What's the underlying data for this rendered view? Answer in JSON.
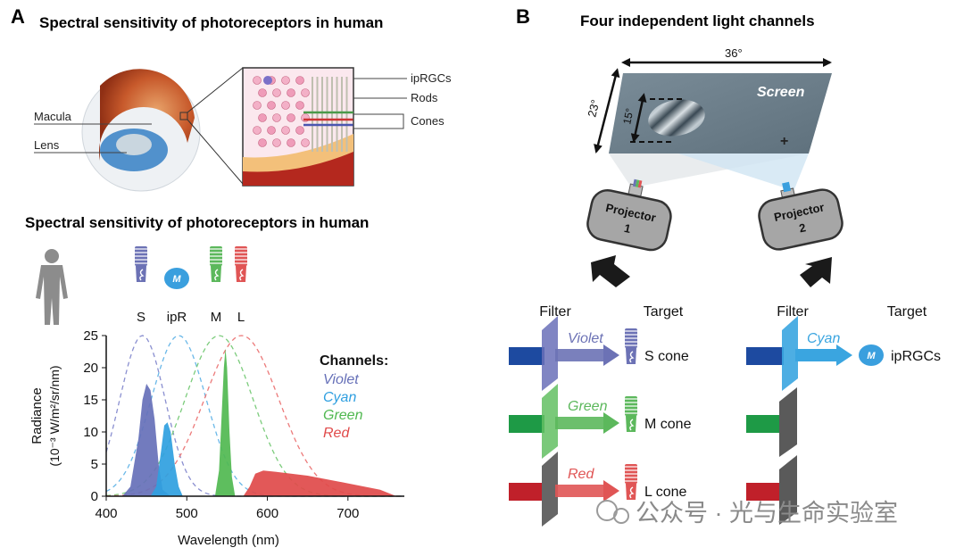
{
  "panel_a": {
    "letter": "A",
    "title": "Spectral sensitivity of  photoreceptors in human",
    "eye_labels": {
      "macula": "Macula",
      "lens": "Lens"
    },
    "retina_labels": {
      "iprgc": "ipRGCs",
      "rods": "Rods",
      "cones": "Cones"
    },
    "chart_title": "Spectral sensitivity of  photoreceptors in human",
    "photoreceptors": [
      {
        "label": "S",
        "color": "#6c72b5"
      },
      {
        "label": "ipR",
        "color": "#3a9fde",
        "badge": "M"
      },
      {
        "label": "M",
        "color": "#5cb85c"
      },
      {
        "label": "L",
        "color": "#e05555"
      }
    ]
  },
  "panel_b": {
    "letter": "B",
    "title": "Four independent light channels",
    "screen_label": "Screen",
    "width_deg": "36°",
    "height_deg": "23°",
    "stim_deg": "15°",
    "crosshair": "+",
    "projector_label": "Projector",
    "projector1_num": "1",
    "projector2_num": "2",
    "col_filter": "Filter",
    "col_target": "Target",
    "rows": [
      {
        "channel": "Violet",
        "target": "S cone",
        "color": "#6c72b5",
        "beam": "#1d4aa0"
      },
      {
        "channel": "Green",
        "target": "M cone",
        "color": "#5cb85c",
        "beam": "#1e9a46"
      },
      {
        "channel": "Red",
        "target": "L cone",
        "color": "#e05555",
        "beam": "#c0202a"
      }
    ],
    "p2_channel": "Cyan",
    "p2_target": "ipRGCs",
    "p2_badge": "M"
  },
  "watermark": "公众号 · 光与生命实验室",
  "chart_data": {
    "type": "area",
    "title": "Spectral sensitivity of  photoreceptors in human",
    "xlabel": "Wavelength (nm)",
    "ylabel": "Radiance",
    "ylabel_unit": "(10⁻³ W/m²/sr/nm)",
    "xlim": [
      400,
      770
    ],
    "ylim": [
      0,
      25
    ],
    "xticks": [
      400,
      500,
      600,
      700
    ],
    "yticks": [
      0,
      5,
      10,
      15,
      20,
      25
    ],
    "legend_title": "Channels:",
    "legend_position": "right",
    "series": [
      {
        "name": "Violet",
        "color": "#6670b8",
        "x": [
          420,
          430,
          440,
          445,
          450,
          455,
          460,
          465,
          470,
          480
        ],
        "y": [
          0,
          1.5,
          9,
          15,
          17.5,
          16.5,
          12,
          5,
          1,
          0
        ]
      },
      {
        "name": "Cyan",
        "color": "#2f9fe0",
        "x": [
          455,
          462,
          468,
          472,
          476,
          480,
          485,
          490,
          495
        ],
        "y": [
          0,
          1.5,
          7,
          11,
          11.5,
          10,
          5,
          1.5,
          0
        ]
      },
      {
        "name": "Green",
        "color": "#50b850",
        "x": [
          535,
          540,
          543,
          546,
          548,
          550,
          553,
          556,
          560
        ],
        "y": [
          0,
          4,
          12,
          20,
          23,
          20,
          10,
          3,
          0
        ]
      },
      {
        "name": "Red",
        "color": "#e04a4a",
        "x": [
          570,
          578,
          585,
          595,
          610,
          650,
          700,
          740,
          760
        ],
        "y": [
          0,
          1.5,
          3.5,
          4,
          3.8,
          3.2,
          2,
          1,
          0
        ]
      }
    ],
    "sensitivity_curves": [
      {
        "label": "S",
        "color": "#8a8fd0",
        "peak": 445,
        "width": 28,
        "height": 25
      },
      {
        "label": "ipR",
        "color": "#6ab8e8",
        "peak": 490,
        "width": 34,
        "height": 25
      },
      {
        "label": "M",
        "color": "#7ccc7c",
        "peak": 540,
        "width": 42,
        "height": 25
      },
      {
        "label": "L",
        "color": "#ec7a7a",
        "peak": 568,
        "width": 46,
        "height": 25
      }
    ]
  }
}
